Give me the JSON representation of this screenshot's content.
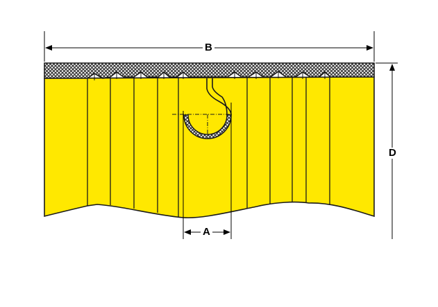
{
  "colors": {
    "fill": "#FFE800",
    "line": "#1a1a1a",
    "hatch": "#333333"
  },
  "dimensions": {
    "a_label": "A",
    "b_label": "B",
    "d_label": "D"
  }
}
